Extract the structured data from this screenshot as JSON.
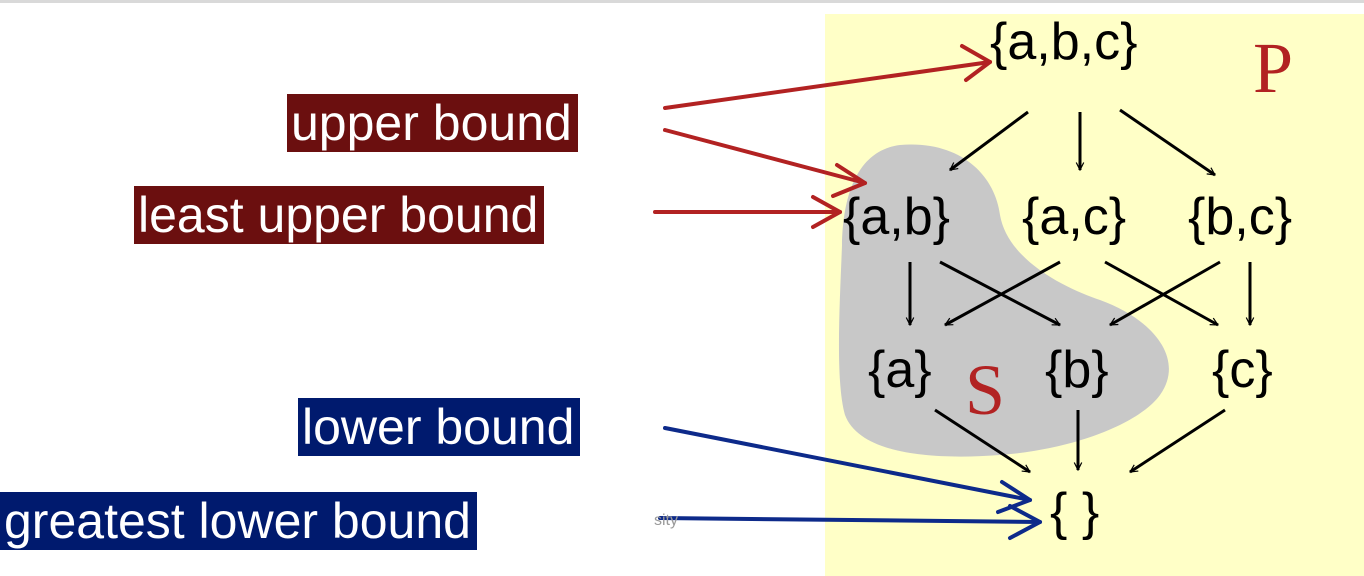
{
  "diagram": {
    "set_p_label": "P",
    "set_s_label": "S",
    "nodes": {
      "abc": "{a,b,c}",
      "ab": "{a,b}",
      "ac": "{a,c}",
      "bc": "{b,c}",
      "a": "{a}",
      "b": "{b}",
      "c": "{c}",
      "empty": "{ }"
    },
    "labels": {
      "upper_bound": "upper bound",
      "least_upper_bound": "least upper bound",
      "lower_bound": "lower bound",
      "greatest_lower_bound": "greatest lower bound"
    },
    "footer_fragment": "sity",
    "colors": {
      "panel_background": "#ffffc7",
      "set_s_fill": "#c8c8c8",
      "upper_arrows": "#b22222",
      "lower_arrows": "#0d2a8a",
      "upper_label_background": "#6b0f0f",
      "lower_label_background": "#001a6e"
    }
  }
}
